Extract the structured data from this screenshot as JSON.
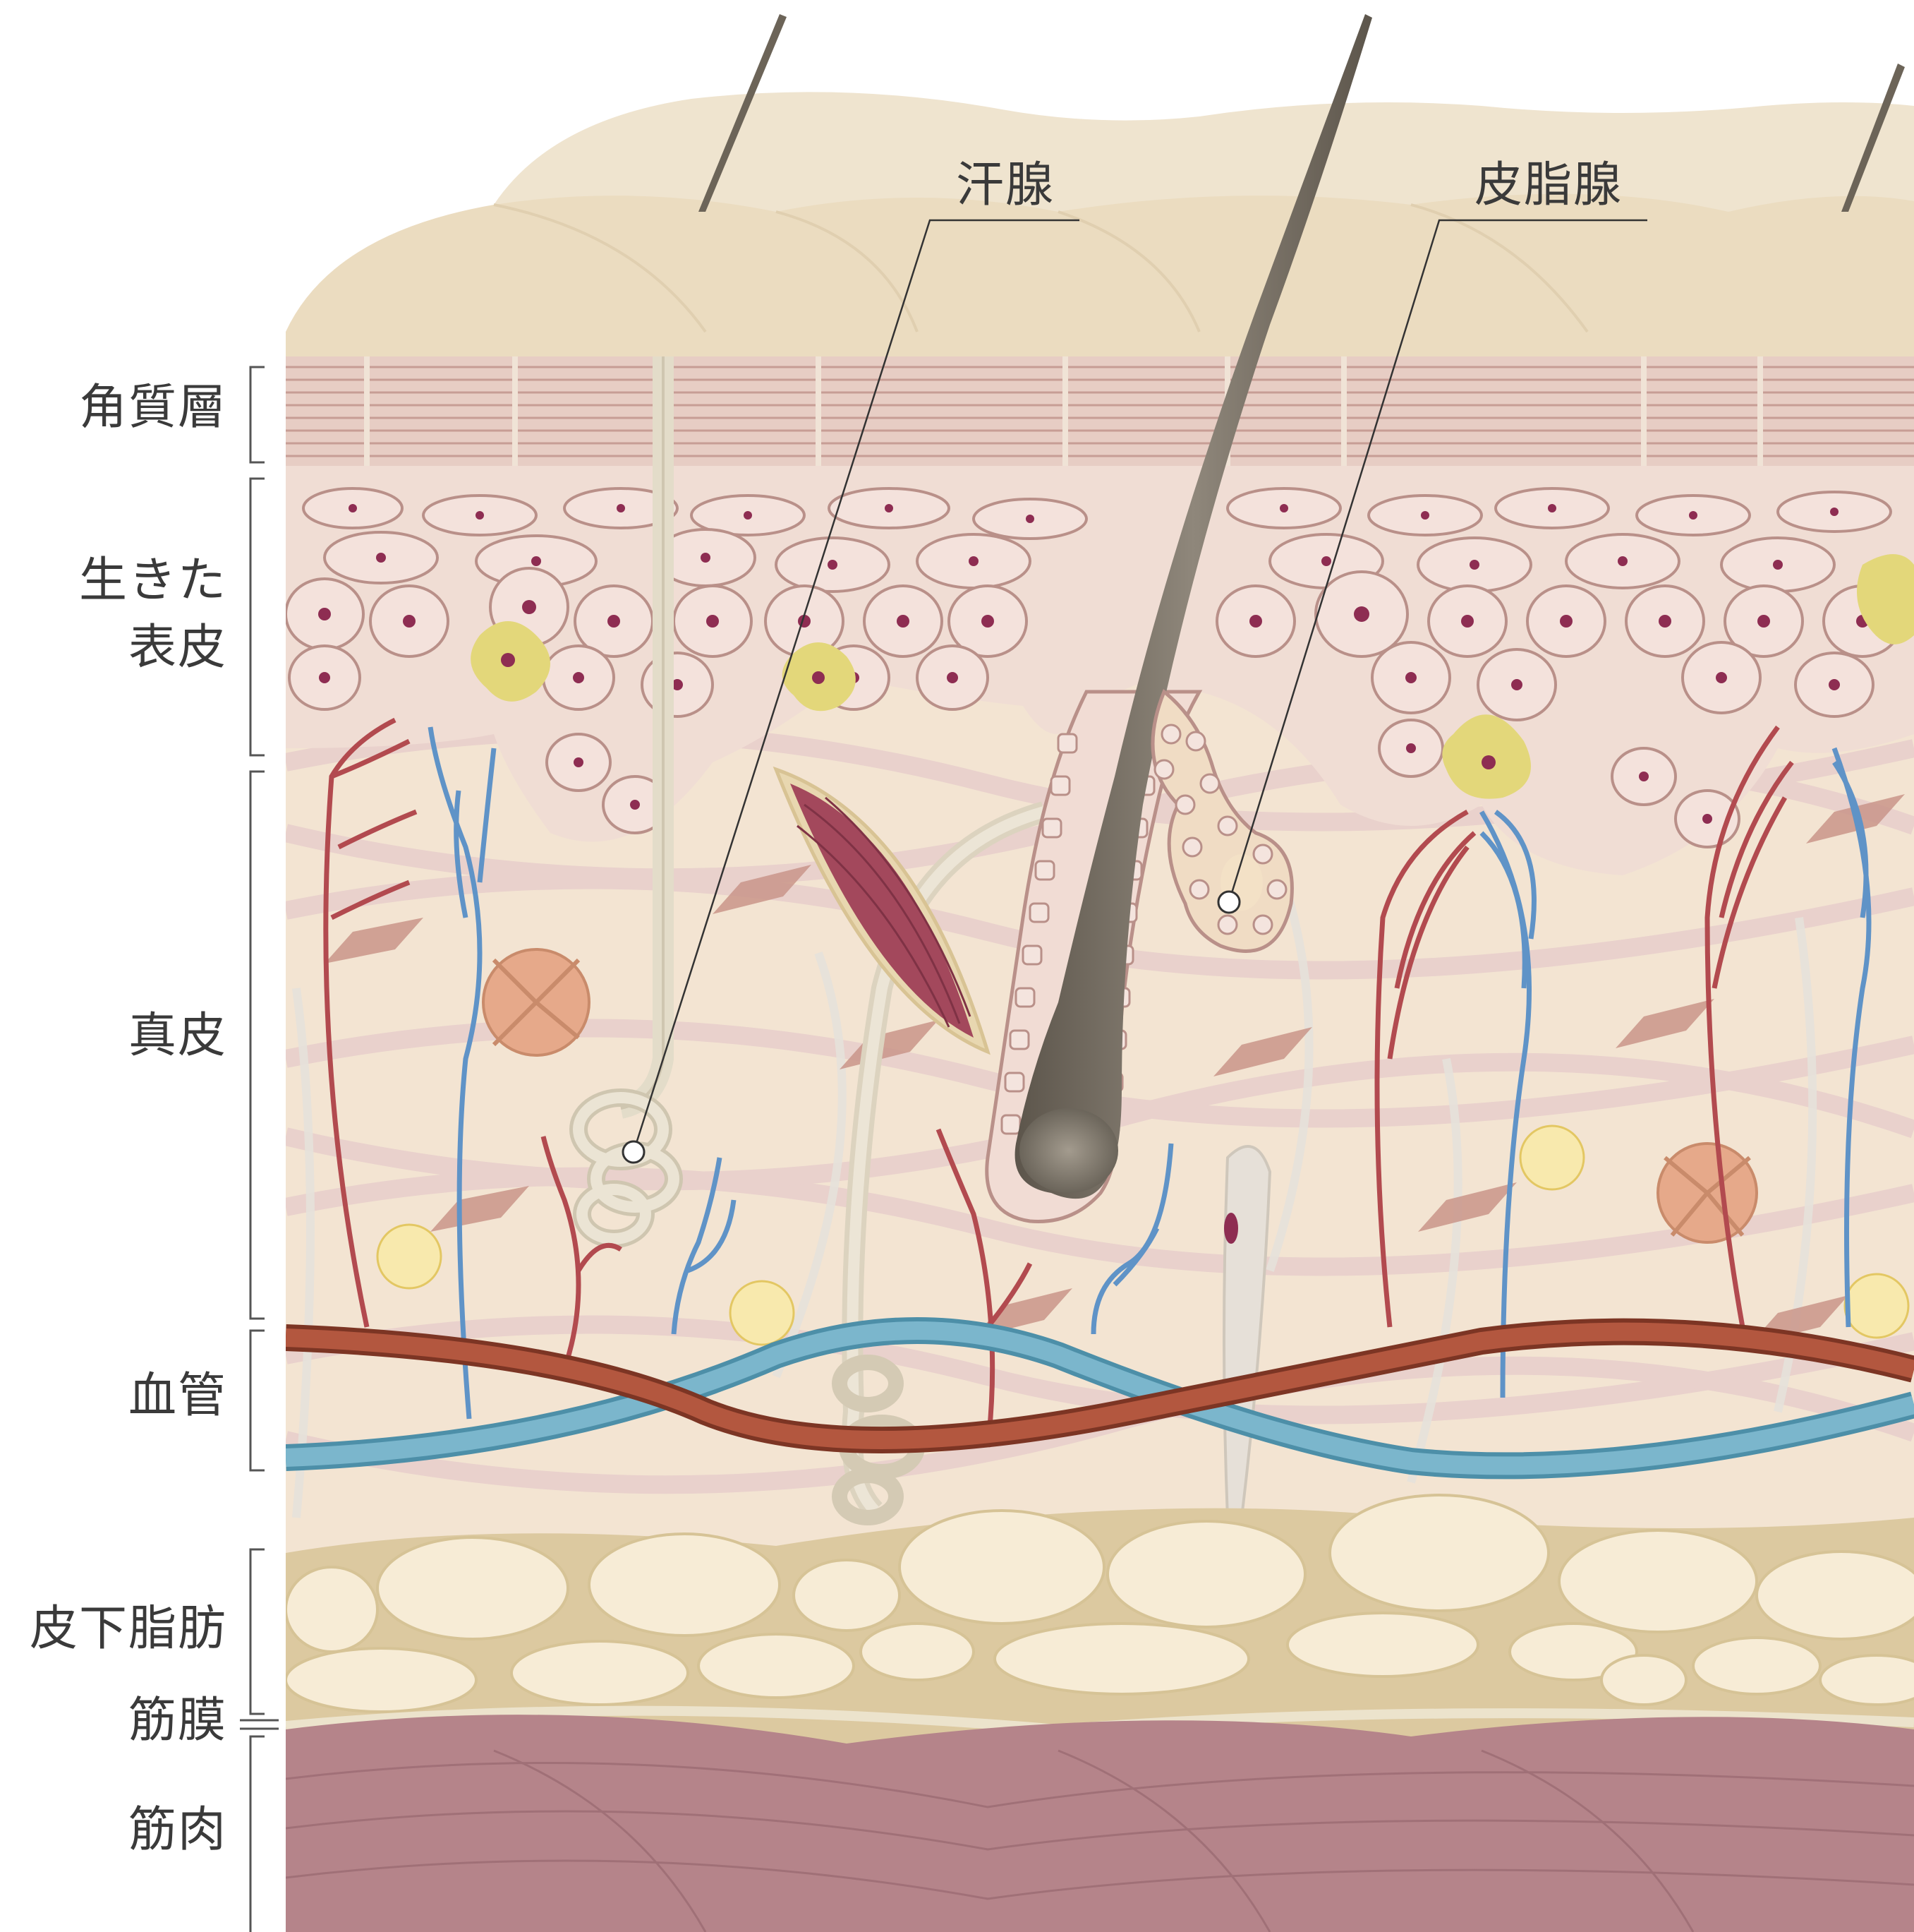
{
  "layer_labels": {
    "stratum_corneum": "角質層",
    "living_epidermis_line1": "生きた",
    "living_epidermis_line2": "表皮",
    "dermis": "真皮",
    "blood_vessel": "血管",
    "subcutaneous_fat": "皮下脂肪",
    "fascia": "筋膜",
    "muscle": "筋肉"
  },
  "callouts": {
    "sweat_gland": "汗腺",
    "sebaceous_gland": "皮脂腺"
  },
  "colors": {
    "surface": "#ebdcc0",
    "corneum": "#e7cdc4",
    "cell": "#f1dcd6",
    "cell_nucleus": "#8e2d52",
    "melanocyte": "#e3d77a",
    "dermis": "#f3e4d2",
    "fiber": "#e2c6c4",
    "artery": "#b24a4f",
    "vein": "#5f93c7",
    "large_artery": "#b3573f",
    "large_vein": "#7bb6cc",
    "fat_cell": "#f7ecd6",
    "fat_bg": "#dcc9a0",
    "muscle": "#b5848a",
    "hair": "#6c6458"
  }
}
